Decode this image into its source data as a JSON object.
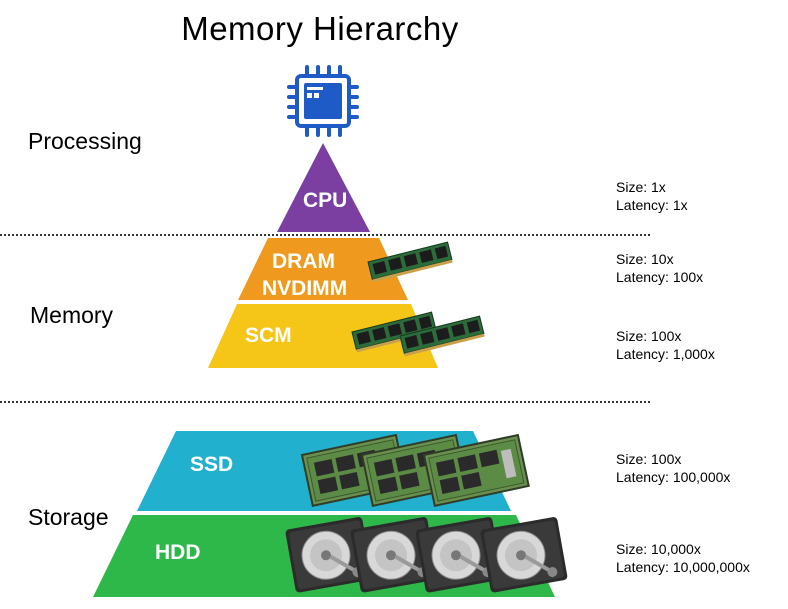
{
  "title": "Memory Hierarchy",
  "sections": {
    "processing": "Processing",
    "memory": "Memory",
    "storage": "Storage"
  },
  "tiers": {
    "cpu": {
      "label": "CPU",
      "size": "Size: 1x",
      "latency": "Latency: 1x",
      "color": "#7b3fa1"
    },
    "dram": {
      "label_line1": "DRAM",
      "label_line2": "NVDIMM",
      "size": "Size: 10x",
      "latency": "Latency: 100x",
      "color": "#ef9a1e"
    },
    "scm": {
      "label": "SCM",
      "size": "Size: 100x",
      "latency": "Latency: 1,000x",
      "color": "#f5c518"
    },
    "ssd": {
      "label": "SSD",
      "size": "Size: 100x",
      "latency": "Latency: 100,000x",
      "color": "#22b0cf"
    },
    "hdd": {
      "label": "HDD",
      "size": "Size: 10,000x",
      "latency": "Latency: 10,000,000x",
      "color": "#2fb84a"
    }
  },
  "icons": {
    "processor": "cpu-chip-icon",
    "memory_module": "ram-module-icon",
    "solid_state_drive": "ssd-icon",
    "hard_disk_drive": "hdd-icon"
  },
  "accent_color": "#1e5bc6"
}
